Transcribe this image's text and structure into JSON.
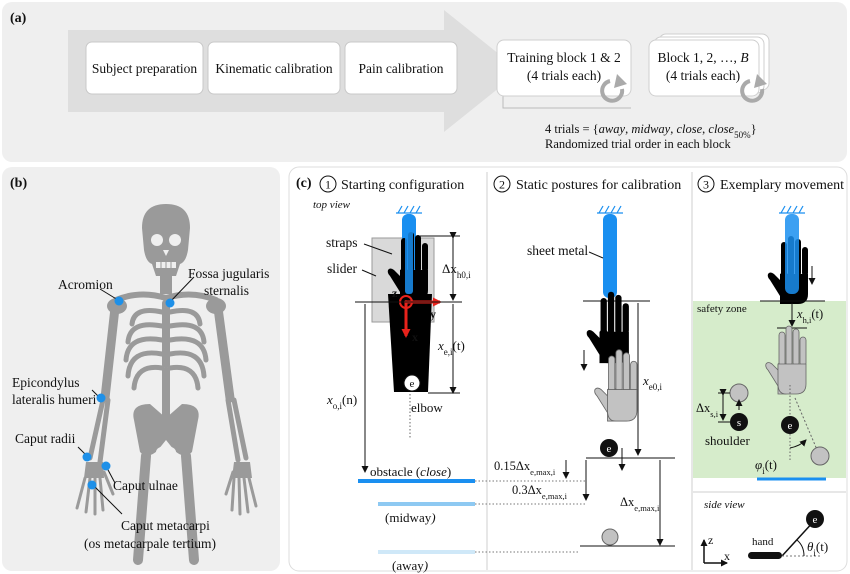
{
  "panel_a": {
    "label": "(a)",
    "steps": [
      "Subject preparation",
      "Kinematic calibration",
      "Pain calibration"
    ],
    "block1": {
      "line1": "Training block 1 & 2",
      "line2": "(4 trials each)"
    },
    "block2": {
      "line1": "Block 1, 2, …,",
      "line1_var": "B",
      "line2": "(4 trials each)"
    },
    "trials_prefix": "4 trials = {",
    "trials_items": [
      "away",
      "midway",
      "close",
      "close"
    ],
    "trials_sub": "50%",
    "trials_suffix": "}",
    "randomized": "Randomized trial order in each block"
  },
  "panel_b": {
    "label": "(b)",
    "landmarks": {
      "acromion": "Acromion",
      "fossa1": "Fossa jugularis",
      "fossa2": "sternalis",
      "epi1": "Epicondylus",
      "epi2": "lateralis humeri",
      "radii": "Caput radii",
      "ulnae": "Caput ulnae",
      "meta1": "Caput metacarpi",
      "meta2": "(os metacarpale tertium)"
    },
    "colors": {
      "landmark": "#1e90e8",
      "bone": "#9a9a9a"
    }
  },
  "panel_c": {
    "label": "(c)",
    "sec1": {
      "num": "1",
      "title": "Starting configuration",
      "top_view": "top view",
      "straps": "straps",
      "slider": "slider",
      "dxh0": "Δx",
      "dxh0_sub": "h0,i",
      "z": "z",
      "y": "y",
      "x": "x",
      "xe": "x",
      "xe_sub": "e,i",
      "xe_arg": "(t)",
      "e": "e",
      "elbow": "elbow",
      "xo": "x",
      "xo_sub": "o,i",
      "xo_arg": "(n)",
      "obstacle": "obstacle (",
      "obstacle_var": "close",
      "obstacle_end": ")",
      "midway": "(midway",
      "midway_end": ")",
      "away": "(away",
      "away_end": ")"
    },
    "sec2": {
      "num": "2",
      "title": "Static postures for calibration",
      "sheet": "sheet metal",
      "xe0": "x",
      "xe0_sub": "e0,i",
      "e": "e",
      "l015": "0.15Δx",
      "l015_sub": "e,max,i",
      "l03": "0.3Δx",
      "l03_sub": "e,max,i",
      "lmax": "Δx",
      "lmax_sub": "e,max,i"
    },
    "sec3": {
      "num": "3",
      "title": "Exemplary movement",
      "safety": "safety zone",
      "xh": "x",
      "xh_sub": "h,i",
      "xh_arg": "(t)",
      "dxs": "Δx",
      "dxs_sub": "s,i",
      "s": "s",
      "shoulder": "shoulder",
      "e": "e",
      "phi": "φ",
      "phi_sub": "i",
      "phi_arg": "(t)",
      "side_view": "side view",
      "hand": "hand",
      "e2": "e",
      "z": "z",
      "x": "x",
      "theta": "θ",
      "theta_sub": "i",
      "theta_arg": "(t)"
    },
    "colors": {
      "blue": "#1a8ff0",
      "light_blue": "#8ec9f2",
      "red": "#e8221b",
      "green": "#d6eccb",
      "hand_gray": "#c2c2c2"
    }
  }
}
